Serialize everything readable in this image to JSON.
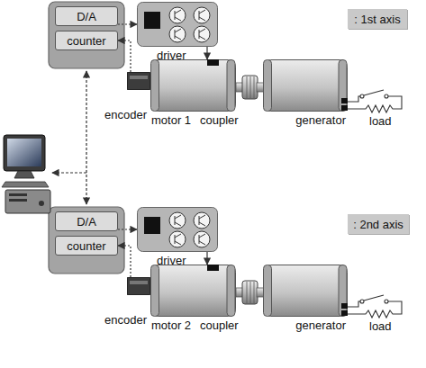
{
  "diagram": {
    "nodes": [
      {
        "text": [
          "D/A"
        ]
      },
      {
        "text": [
          "counter"
        ]
      },
      {
        "text": [
          "driver"
        ]
      },
      {
        "text": [
          ": 1st axis"
        ]
      },
      {
        "text": [
          "encoder"
        ]
      },
      {
        "text": [
          "motor 1"
        ]
      },
      {
        "text": [
          "generator"
        ]
      },
      {
        "text": [
          "D/A"
        ]
      },
      {
        "text": [
          "counter"
        ]
      },
      {
        "text": [
          "driver"
        ]
      },
      {
        "text": [
          ": 2nd axis"
        ]
      },
      {
        "text": [
          "encoder"
        ]
      },
      {
        "text": [
          "motor 2"
        ]
      },
      {
        "text": [
          "generator"
        ]
      }
    ],
    "edges": [
      {
        "from": 0,
        "to": 2,
        "arrow": "to"
      },
      {
        "from": 2,
        "to": 5,
        "arrow": "to"
      },
      {
        "from": 4,
        "to": 1,
        "arrow": "to"
      },
      {
        "from": 7,
        "to": 9,
        "arrow": "to"
      },
      {
        "from": 9,
        "to": 12,
        "arrow": "to"
      },
      {
        "from": 11,
        "to": 8,
        "arrow": "to"
      }
    ],
    "labels": [
      "coupler",
      "load",
      "coupler",
      "load"
    ]
  }
}
